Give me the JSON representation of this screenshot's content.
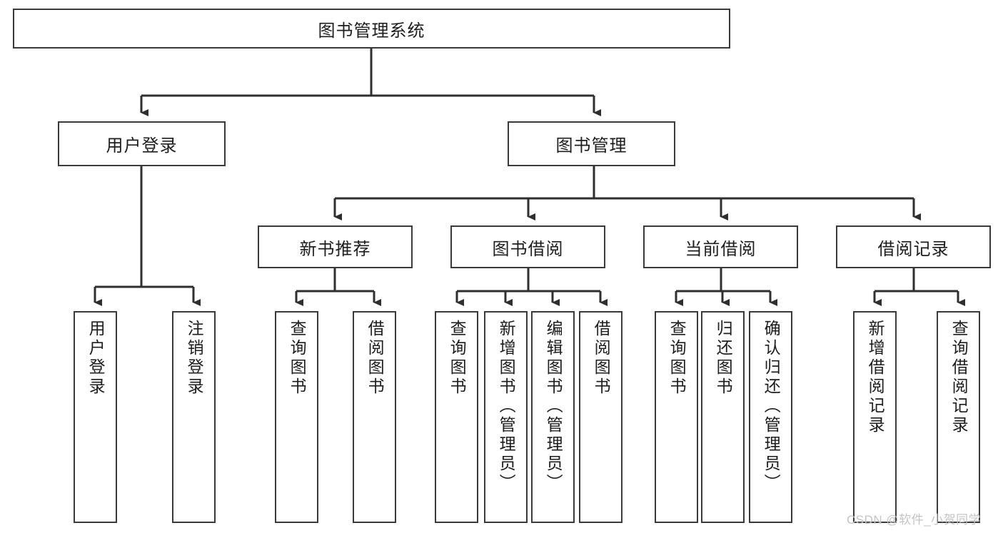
{
  "diagram": {
    "title": "图书管理系统",
    "type": "tree-hierarchy-chart",
    "root": {
      "label": "图书管理系统"
    },
    "level2": [
      {
        "label": "用户登录"
      },
      {
        "label": "图书管理"
      }
    ],
    "level3": [
      {
        "label": "新书推荐"
      },
      {
        "label": "图书借阅"
      },
      {
        "label": "当前借阅"
      },
      {
        "label": "借阅记录"
      }
    ],
    "leaves": {
      "user_login": [
        {
          "label": "用户登录"
        },
        {
          "label": "注销登录"
        }
      ],
      "new_book_recommend": [
        {
          "label": "查询图书"
        },
        {
          "label": "借阅图书"
        }
      ],
      "book_borrow": [
        {
          "label": "查询图书"
        },
        {
          "label": "新增图书（管理员）"
        },
        {
          "label": "编辑图书（管理员）"
        },
        {
          "label": "借阅图书"
        }
      ],
      "current_borrow": [
        {
          "label": "查询图书"
        },
        {
          "label": "归还图书"
        },
        {
          "label": "确认归还（管理员）"
        }
      ],
      "borrow_record": [
        {
          "label": "新增借阅记录"
        },
        {
          "label": "查询借阅记录"
        }
      ]
    }
  },
  "watermark": {
    "text": "CSDN @软件_小贺同学"
  },
  "colors": {
    "box_border": "#3a3a3a",
    "box_fill": "#ffffff",
    "text": "#1d1d1d",
    "edge": "#2f2f2f",
    "watermark": "#c4c4c4"
  }
}
